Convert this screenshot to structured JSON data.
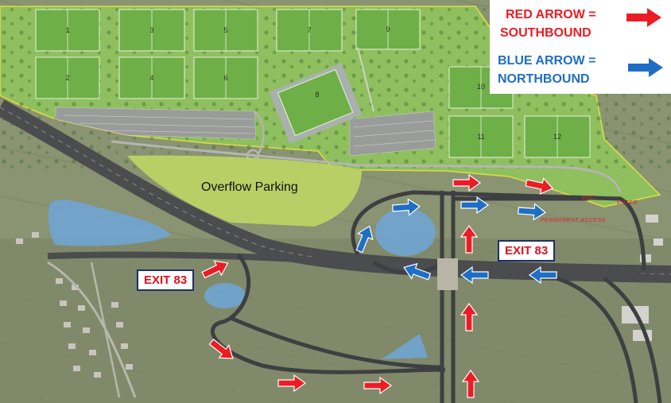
{
  "legend": {
    "red_line1": "RED ARROW =",
    "red_line2": "SOUTHBOUND",
    "blue_line1": "BLUE ARROW =",
    "blue_line2": "NORTHBOUND",
    "red_color": "#ec1c24",
    "blue_color": "#1f6ec5"
  },
  "labels": {
    "overflow_parking": "Overflow Parking",
    "exit_left": "EXIT 83",
    "exit_right": "EXIT 83",
    "road_exit": "EXIT",
    "road_enter": "ENTER",
    "road_access": "PERMANENT ACCESS"
  },
  "fields": [
    "1",
    "2",
    "3",
    "4",
    "5",
    "6",
    "7",
    "8",
    "9",
    "10",
    "11",
    "12"
  ],
  "icons": {
    "red_arrow": "arrow-right-icon",
    "blue_arrow": "arrow-right-icon"
  }
}
